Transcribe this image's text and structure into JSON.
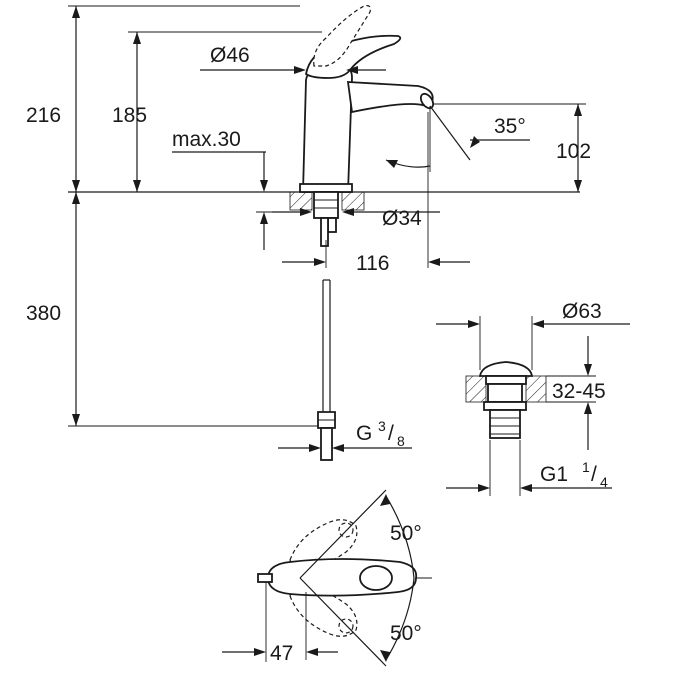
{
  "dimensions": {
    "total_height": "216",
    "outlet_height": "185",
    "handle_diameter": "Ø46",
    "mount_thickness": "max.30",
    "spout_angle": "35°",
    "spout_outlet_height": "102",
    "hole_diameter": "Ø34",
    "spout_reach": "116",
    "hose_length": "380",
    "hose_thread": "G",
    "hose_thread_num": "3",
    "hose_thread_den": "8",
    "waste_diameter": "Ø63",
    "waste_thickness": "32-45",
    "waste_thread": "G1",
    "waste_thread_num": "1",
    "waste_thread_den": "4",
    "lever_angle_upper": "50°",
    "lever_angle_lower": "50°",
    "lever_offset": "47"
  }
}
